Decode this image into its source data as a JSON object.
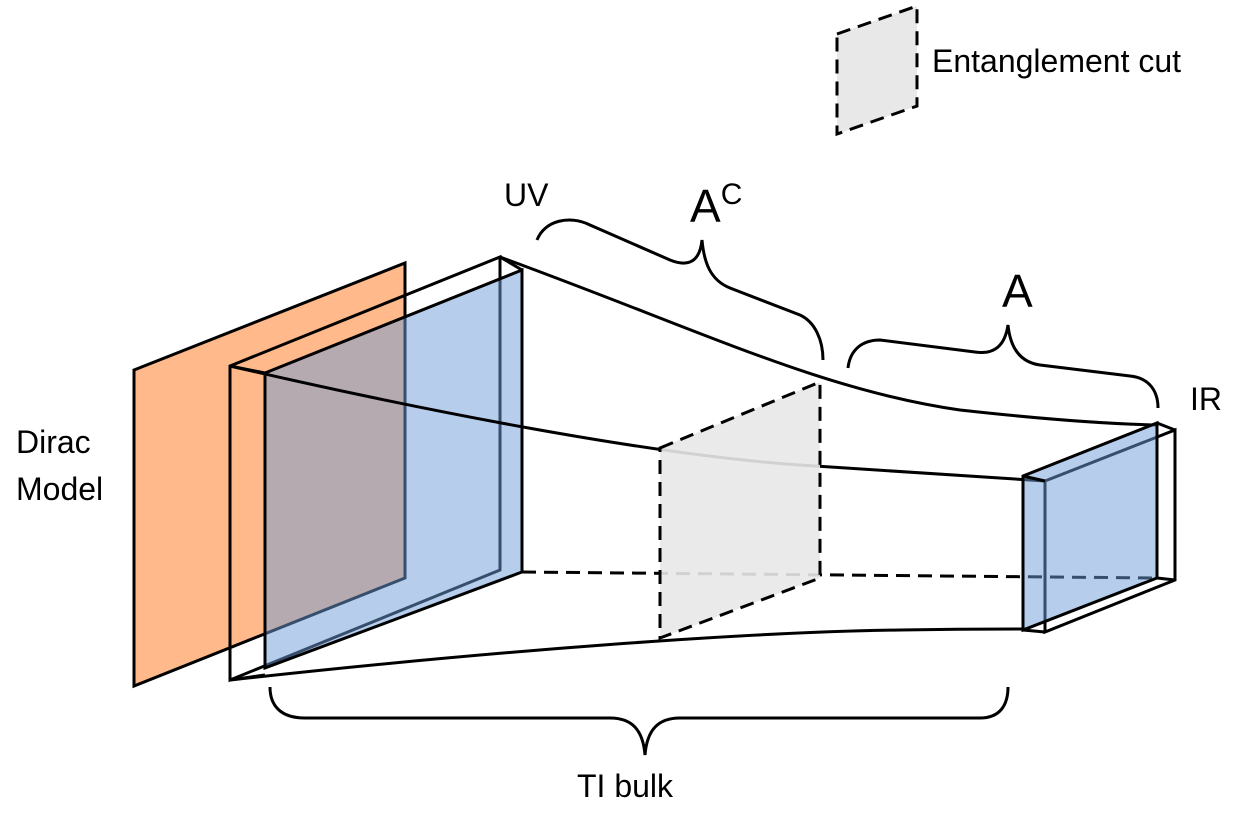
{
  "legend": {
    "label": "Entanglement cut"
  },
  "labels": {
    "uv": "UV",
    "a_complement_base": "A",
    "a_complement_sup": "C",
    "a": "A",
    "ir": "IR",
    "dirac_line1": "Dirac",
    "dirac_line2": "Model",
    "ti_bulk": "TI bulk"
  },
  "colors": {
    "dirac_fill": "#FF7F2A",
    "ti_fill": "#6E9BD8",
    "cut_fill": "#E8E8E8",
    "stroke": "#000000"
  }
}
